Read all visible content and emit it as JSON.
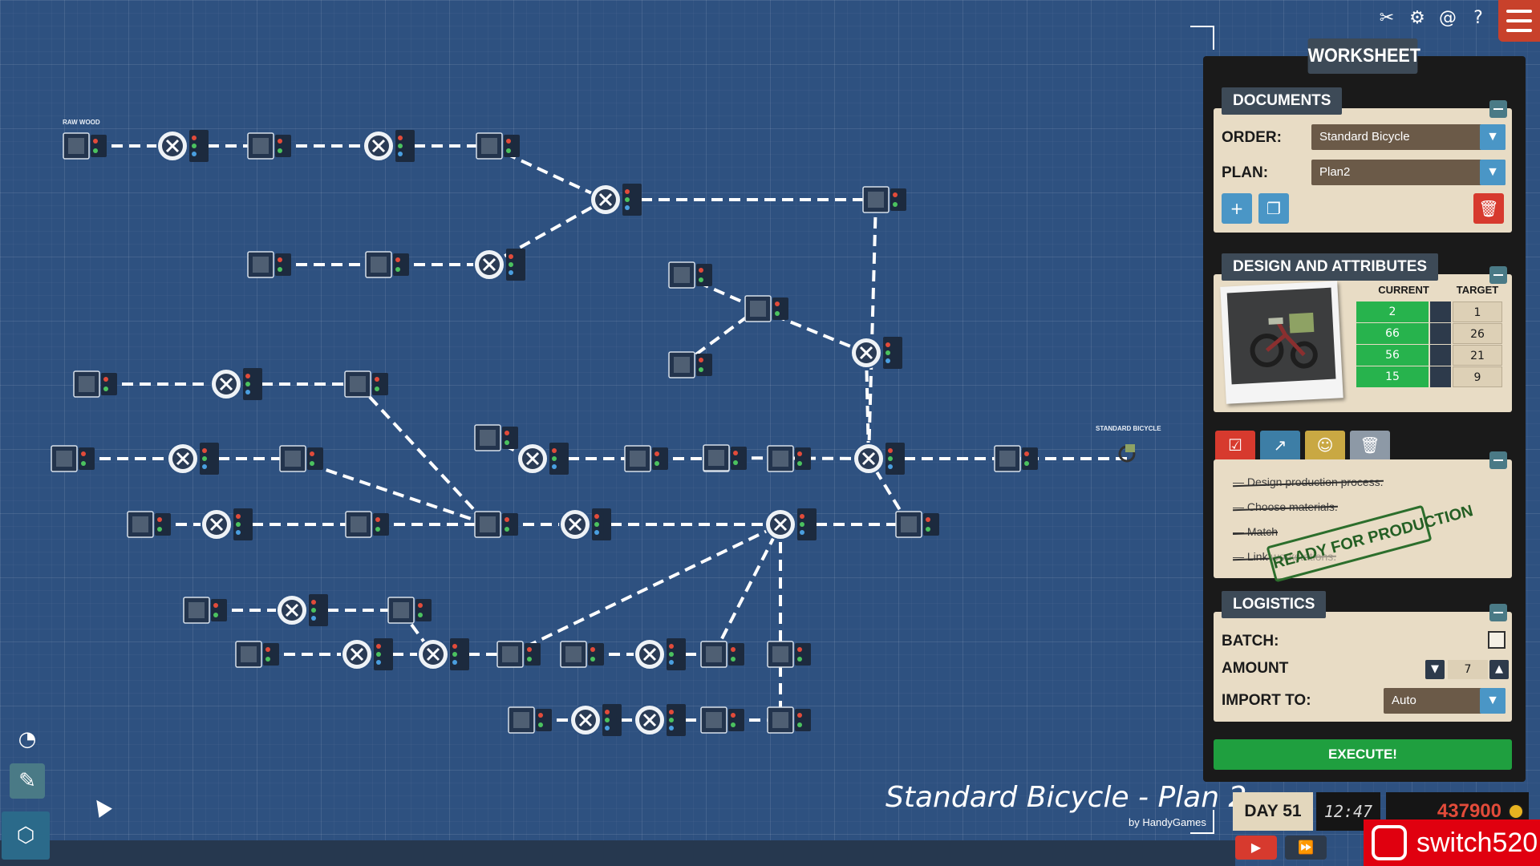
{
  "flow": {
    "raw_wood_label": "RAW WOOD",
    "output_label": "STANDARD BICYCLE",
    "plan_title": "Standard Bicycle - Plan 2",
    "plan_credit": "by HandyGames"
  },
  "toolbar": {
    "icons": [
      "tools-icon",
      "gear-icon",
      "snail-icon",
      "help-icon"
    ],
    "help_glyph": "?"
  },
  "worksheet": {
    "title": "WORKSHEET",
    "documents": {
      "header": "DOCUMENTS",
      "order_label": "ORDER:",
      "order_value": "Standard Bicycle",
      "plan_label": "PLAN:",
      "plan_value": "Plan2"
    },
    "design": {
      "header": "DESIGN AND ATTRIBUTES",
      "current_label": "CURRENT",
      "target_label": "TARGET",
      "rows": [
        {
          "current": "2",
          "icon": "weight-icon",
          "target": "1"
        },
        {
          "current": "66",
          "icon": "durability-icon",
          "target": "26"
        },
        {
          "current": "56",
          "icon": "comfort-icon",
          "target": "21"
        },
        {
          "current": "15",
          "icon": "tech-icon",
          "target": "9"
        }
      ]
    },
    "tasks": {
      "items": [
        "Design production process.",
        "Choose materials.",
        "Match",
        "Link workstations."
      ],
      "stamp": "READY FOR PRODUCTION"
    },
    "logistics": {
      "header": "LOGISTICS",
      "batch_label": "BATCH:",
      "amount_label": "AMOUNT",
      "amount_value": "7",
      "import_label": "IMPORT TO:",
      "import_value": "Auto"
    },
    "execute_label": "EXECUTE!"
  },
  "status": {
    "day": "DAY 51",
    "time": "12:47",
    "money": "437900"
  },
  "watermark": "switch520",
  "colors": {
    "background": "#2e5180",
    "accent_red": "#c8412b",
    "green": "#27b34d",
    "execute": "#1f9f3f"
  }
}
